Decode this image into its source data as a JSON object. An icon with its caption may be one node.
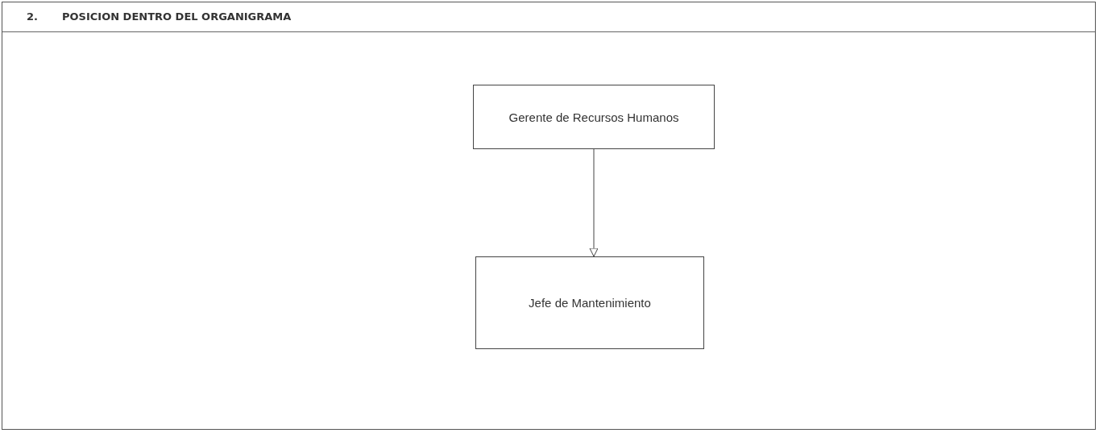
{
  "diagram": {
    "title": "POSICION DENTRO DEL ORGANIGRAMA",
    "nodes": [
      {
        "text": [
          "Gerente de Recursos Humanos"
        ]
      },
      {
        "text": [
          "Jefe de Mantenimiento"
        ]
      }
    ],
    "edges": [
      {
        "from": 0,
        "to": 1,
        "arrow": "to"
      }
    ],
    "labels": [
      "2."
    ]
  }
}
